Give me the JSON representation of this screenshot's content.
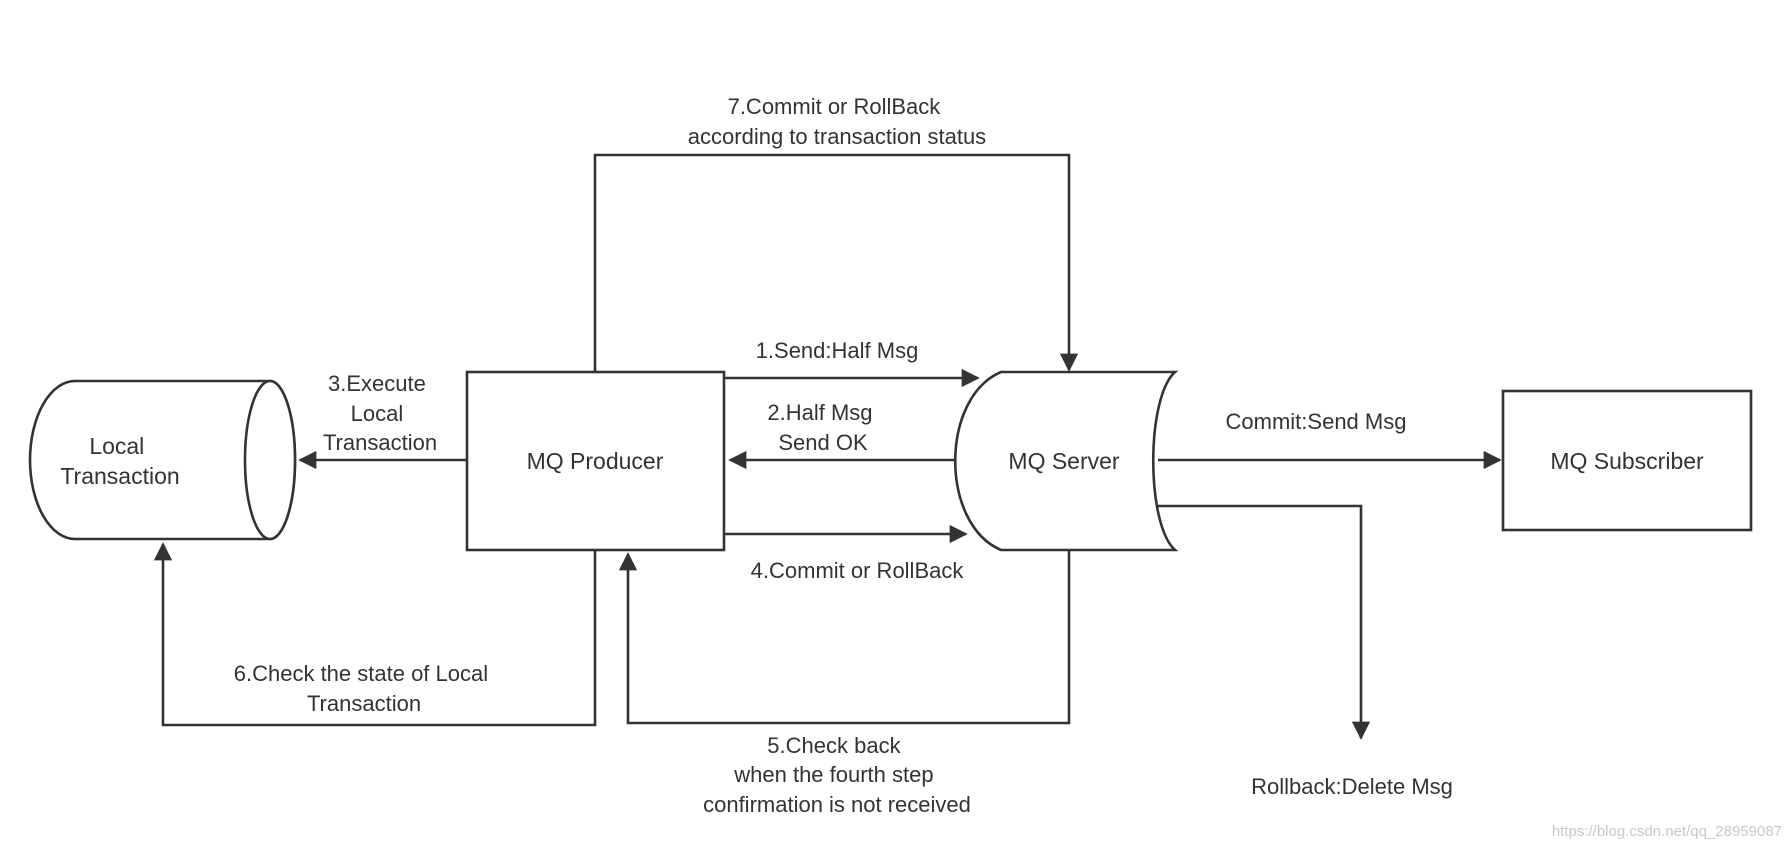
{
  "nodes": {
    "local_transaction": [
      "Local",
      "Transaction"
    ],
    "mq_producer": "MQ Producer",
    "mq_server": "MQ Server",
    "mq_subscriber": "MQ Subscriber"
  },
  "steps": {
    "send_half": "1.Send:Half Msg",
    "half_ok": [
      "2.Half Msg",
      "Send OK"
    ],
    "execute_local": [
      "3.Execute",
      "Local",
      "Transaction"
    ],
    "commit_rollback": "4.Commit or RollBack",
    "check_back": [
      "5.Check back",
      "when the fourth step",
      "confirmation is not received"
    ],
    "check_state": [
      "6.Check the state of Local",
      "Transaction"
    ],
    "commit_by_status": [
      "7.Commit or RollBack",
      "according to transaction status"
    ]
  },
  "outcomes": {
    "commit": "Commit:Send Msg",
    "rollback": "Rollback:Delete Msg"
  },
  "watermark": "https://blog.csdn.net/qq_28959087"
}
